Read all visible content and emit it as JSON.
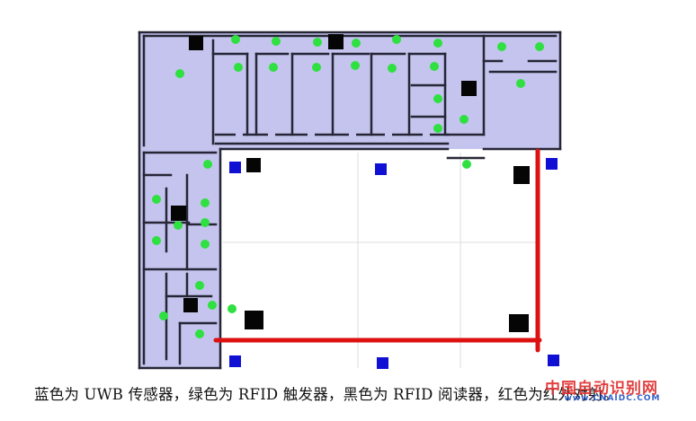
{
  "caption": "蓝色为 UWB 传感器，绿色为 RFID 触发器，黑色为 RFID 阅读器，红色为红外对射。",
  "watermark": {
    "text": "中国自动识别网",
    "url": "www.CNAIDC.COM"
  },
  "colors": {
    "room_fill": "#c4c4ee",
    "wall": "#262636",
    "courtyard": "#ffffff",
    "grid": "#dcdcdc",
    "uwb_sensor": "#1010d4",
    "rfid_trigger": "#2ee040",
    "rfid_reader": "#050505",
    "infrared_beam": "#dd1111"
  },
  "icons": {
    "uwb_sensor": "blue-square-icon",
    "rfid_trigger": "green-dot-icon",
    "rfid_reader": "black-square-icon",
    "infrared_beam": "red-line-icon"
  }
}
